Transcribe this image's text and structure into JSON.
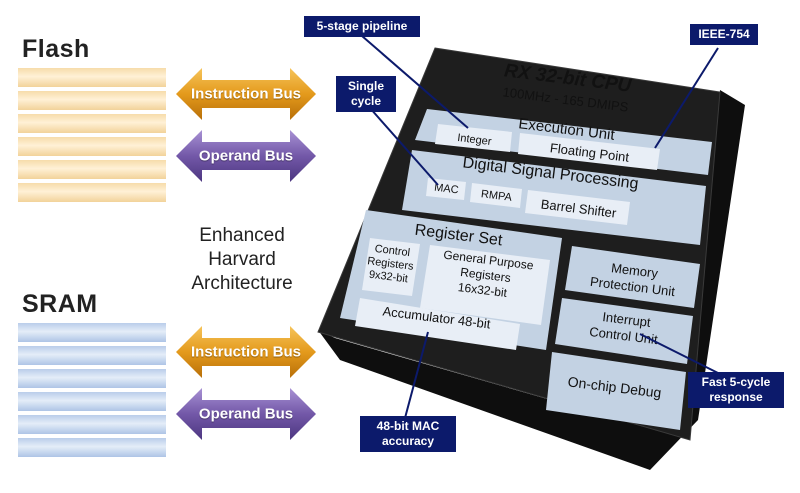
{
  "memory": {
    "flash_title": "Flash",
    "sram_title": "SRAM",
    "instruction_bus": "Instruction Bus",
    "operand_bus": "Operand Bus"
  },
  "architecture_label": [
    "Enhanced",
    "Harvard",
    "Architecture"
  ],
  "cpu": {
    "title": "RX 32-bit CPU",
    "subtitle": "100MHz - 165 DMIPS",
    "execution_unit": "Execution Unit",
    "integer": "Integer",
    "floating_point": "Floating Point",
    "dsp": "Digital Signal Processing",
    "mac": "MAC",
    "rmpa": "RMPA",
    "barrel_shifter": "Barrel Shifter",
    "register_set": "Register Set",
    "control_registers": [
      "Control",
      "Registers",
      "9x32-bit"
    ],
    "gp_registers": [
      "General Purpose",
      "Registers",
      "16x32-bit"
    ],
    "accumulator": "Accumulator 48-bit",
    "mpu": [
      "Memory",
      "Protection Unit"
    ],
    "icu": [
      "Interrupt",
      "Control Unit"
    ],
    "debug": "On-chip Debug"
  },
  "callouts": {
    "pipeline": "5-stage pipeline",
    "ieee": "IEEE-754",
    "single_cycle": [
      "Single",
      "cycle"
    ],
    "mac_accuracy": [
      "48-bit MAC",
      "accuracy"
    ],
    "fast_response": [
      "Fast 5-cycle",
      "response"
    ]
  },
  "colors": {
    "callout_bg": "#0c1a6b",
    "instruction_arrow": "#e49a1c",
    "operand_arrow": "#7358a8",
    "chip_body": "#1e1e1e",
    "chip_block": "#c3d2e3"
  }
}
